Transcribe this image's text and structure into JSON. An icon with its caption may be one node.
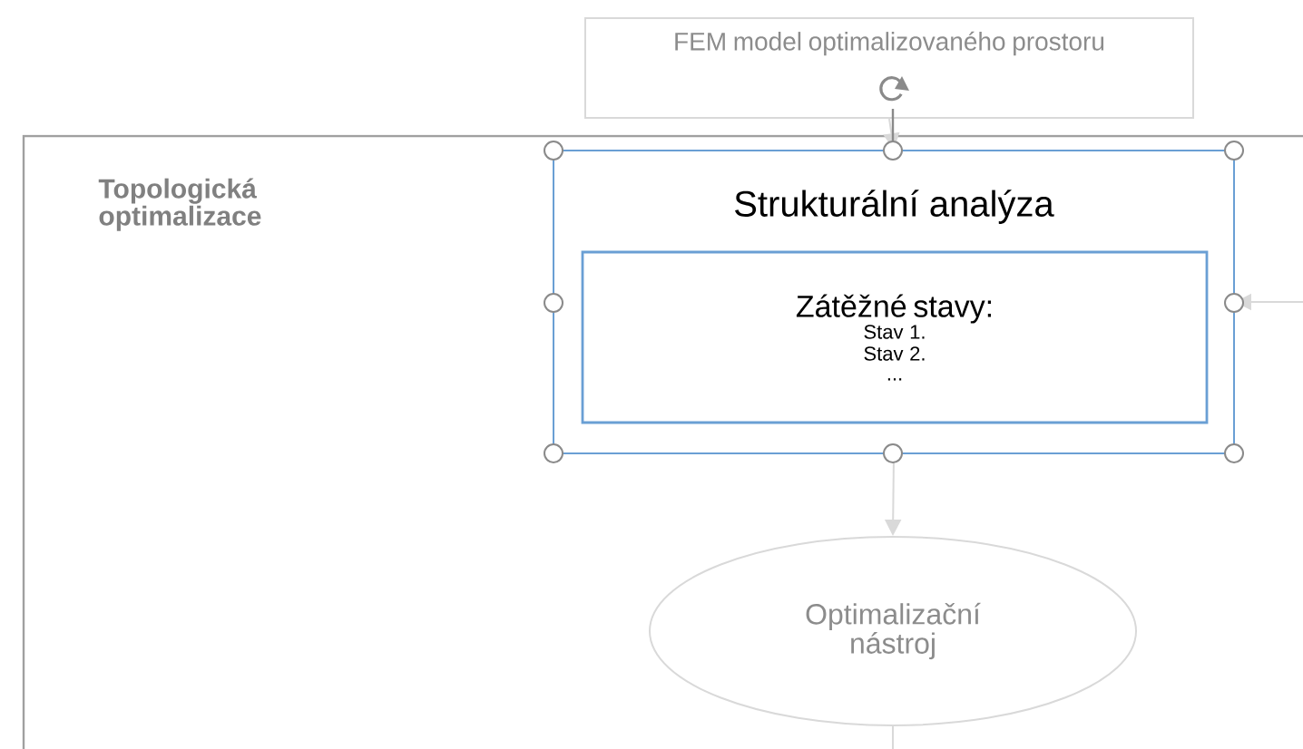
{
  "diagram": {
    "nodes": [
      {
        "text": [
          "Topologická optimalizace"
        ]
      },
      {
        "text": [
          "FEM model optimalizovaného prostoru"
        ]
      },
      {
        "text": [
          "Strukturální analýza"
        ],
        "in": 0
      },
      {
        "text": [
          "Zátěžné stavy:",
          "Stav 1.",
          "Stav 2.",
          "..."
        ],
        "in": 2
      },
      {
        "text": [
          "Optimalizační nástroj"
        ],
        "in": 0
      }
    ],
    "edges": [
      {
        "from": 1,
        "to": 2,
        "arrow": "to"
      },
      {
        "from": null,
        "to": 2,
        "arrow": "to"
      },
      {
        "from": 2,
        "to": 4,
        "arrow": "to"
      },
      {
        "from": 4,
        "to": null,
        "arrow": "none"
      }
    ]
  }
}
